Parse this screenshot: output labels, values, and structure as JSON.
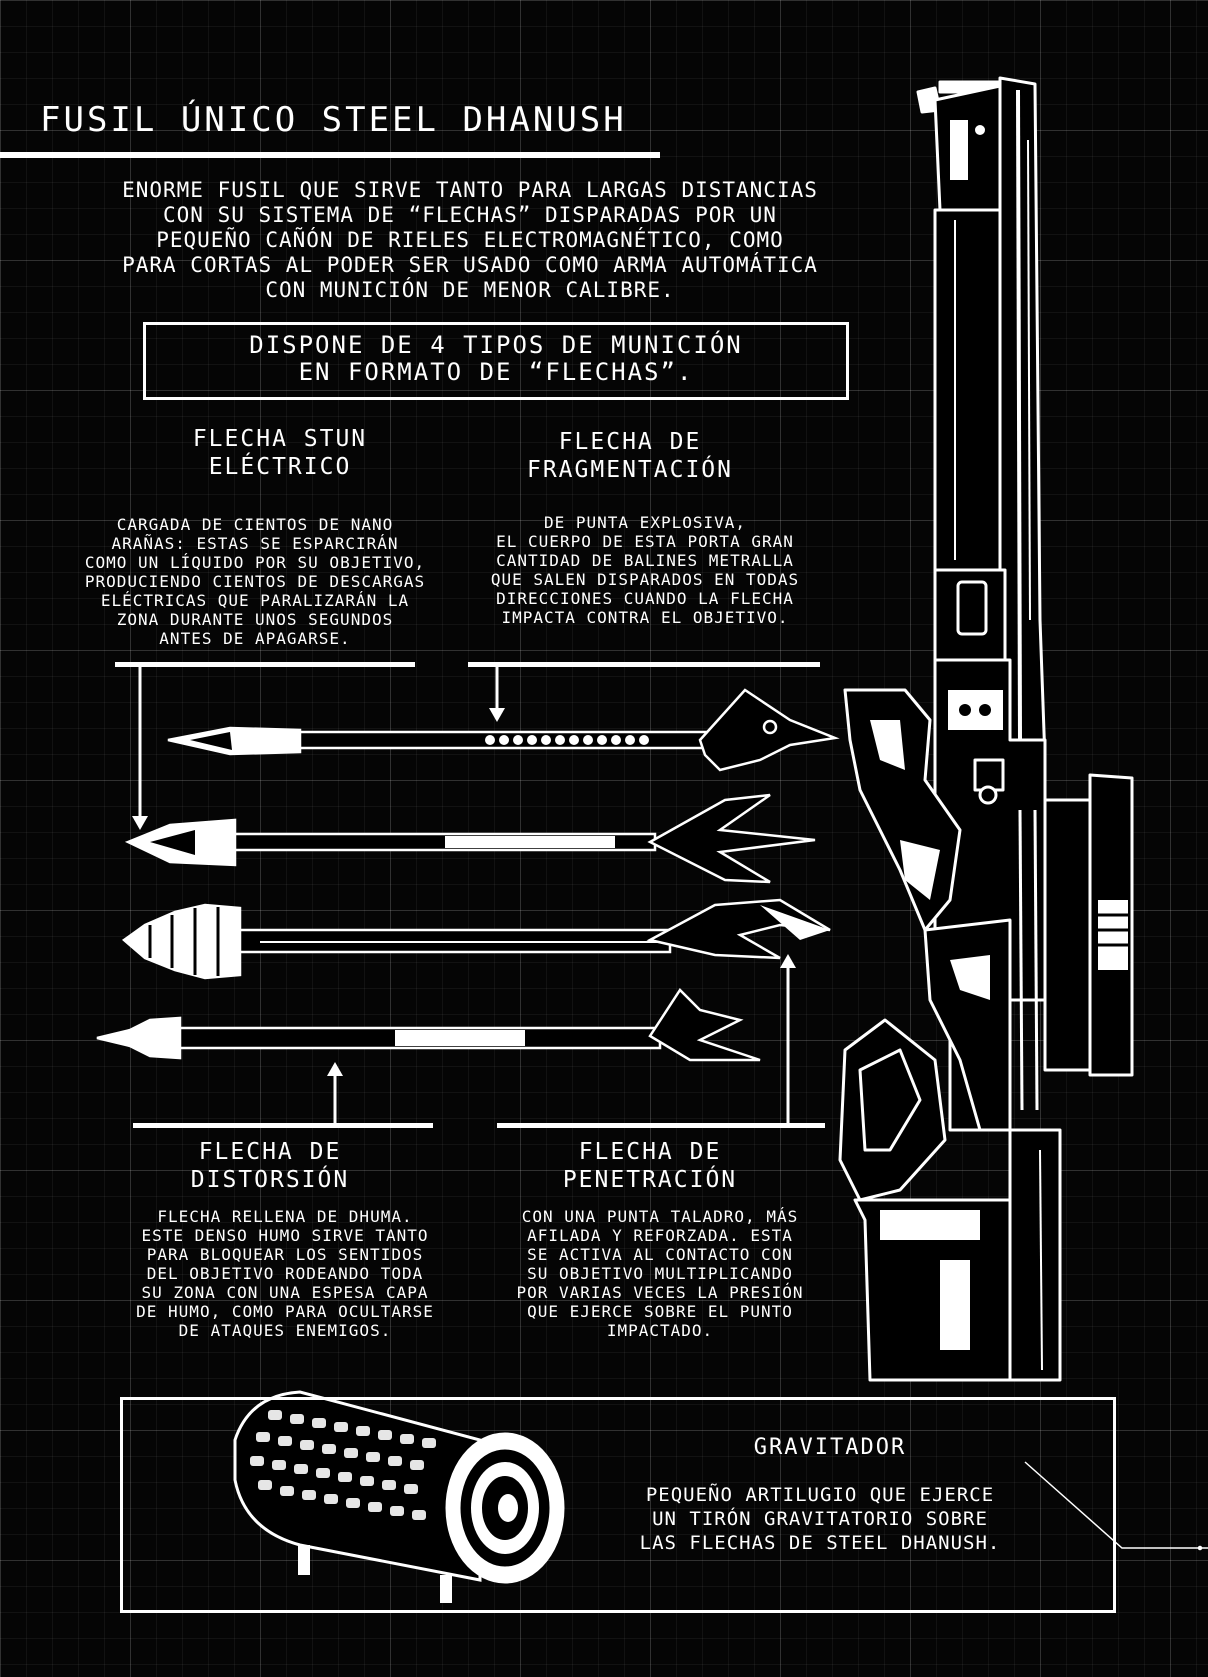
{
  "title": "FUSIL ÚNICO STEEL DHANUSH",
  "intro": "ENORME FUSIL QUE SIRVE TANTO PARA LARGAS DISTANCIAS\nCON SU SISTEMA DE “FLECHAS” DISPARADAS POR UN\nPEQUEÑO CAÑÓN DE RIELES ELECTROMAGNÉTICO, COMO\nPARA CORTAS AL PODER SER USADO COMO ARMA AUTOMÁTICA\nCON MUNICIÓN DE MENOR CALIBRE.",
  "ammo_note": "DISPONE DE 4 TIPOS DE MUNICIÓN\nEN FORMATO DE “FLECHAS”.",
  "arrows": {
    "stun": {
      "title": "FLECHA STUN\nELÉCTRICO",
      "desc": "CARGADA DE CIENTOS DE NANO\nARAÑAS: ESTAS SE ESPARCIRÁN\nCOMO UN LÍQUIDO POR SU OBJETIVO,\nPRODUCIENDO CIENTOS DE DESCARGAS\nELÉCTRICAS QUE PARALIZARÁN LA\nZONA DURANTE UNOS SEGUNDOS\nANTES DE APAGARSE."
    },
    "fragmentation": {
      "title": "FLECHA DE\nFRAGMENTACIÓN",
      "desc": "DE PUNTA EXPLOSIVA,\nEL CUERPO DE ESTA PORTA GRAN\nCANTIDAD DE BALINES METRALLA\nQUE SALEN DISPARADOS EN TODAS\nDIRECCIONES CUANDO LA FLECHA\nIMPACTA CONTRA EL OBJETIVO."
    },
    "distortion": {
      "title": "FLECHA DE\nDISTORSIÓN",
      "desc": "FLECHA RELLENA DE DHUMA.\nESTE DENSO HUMO SIRVE TANTO\nPARA BLOQUEAR LOS SENTIDOS\nDEL OBJETIVO RODEANDO TODA\nSU ZONA CON UNA ESPESA CAPA\nDE HUMO, COMO PARA OCULTARSE\nDE ATAQUES ENEMIGOS."
    },
    "penetration": {
      "title": "FLECHA DE\nPENETRACIÓN",
      "desc": "CON UNA PUNTA TALADRO, MÁS\nAFILADA Y REFORZADA. ESTA\nSE ACTIVA AL CONTACTO CON\nSU OBJETIVO MULTIPLICANDO\nPOR VARIAS VECES LA PRESIÓN\nQUE EJERCE SOBRE EL PUNTO\nIMPACTADO."
    }
  },
  "gravitator": {
    "title": "GRAVITADOR",
    "desc": "PEQUEÑO ARTILUGIO QUE EJERCE\nUN TIRÓN GRAVITATORIO SOBRE\nLAS FLECHAS DE STEEL DHANUSH."
  },
  "colors": {
    "background": "#050505",
    "ink": "#ffffff",
    "grid": "#2a2a2a"
  }
}
